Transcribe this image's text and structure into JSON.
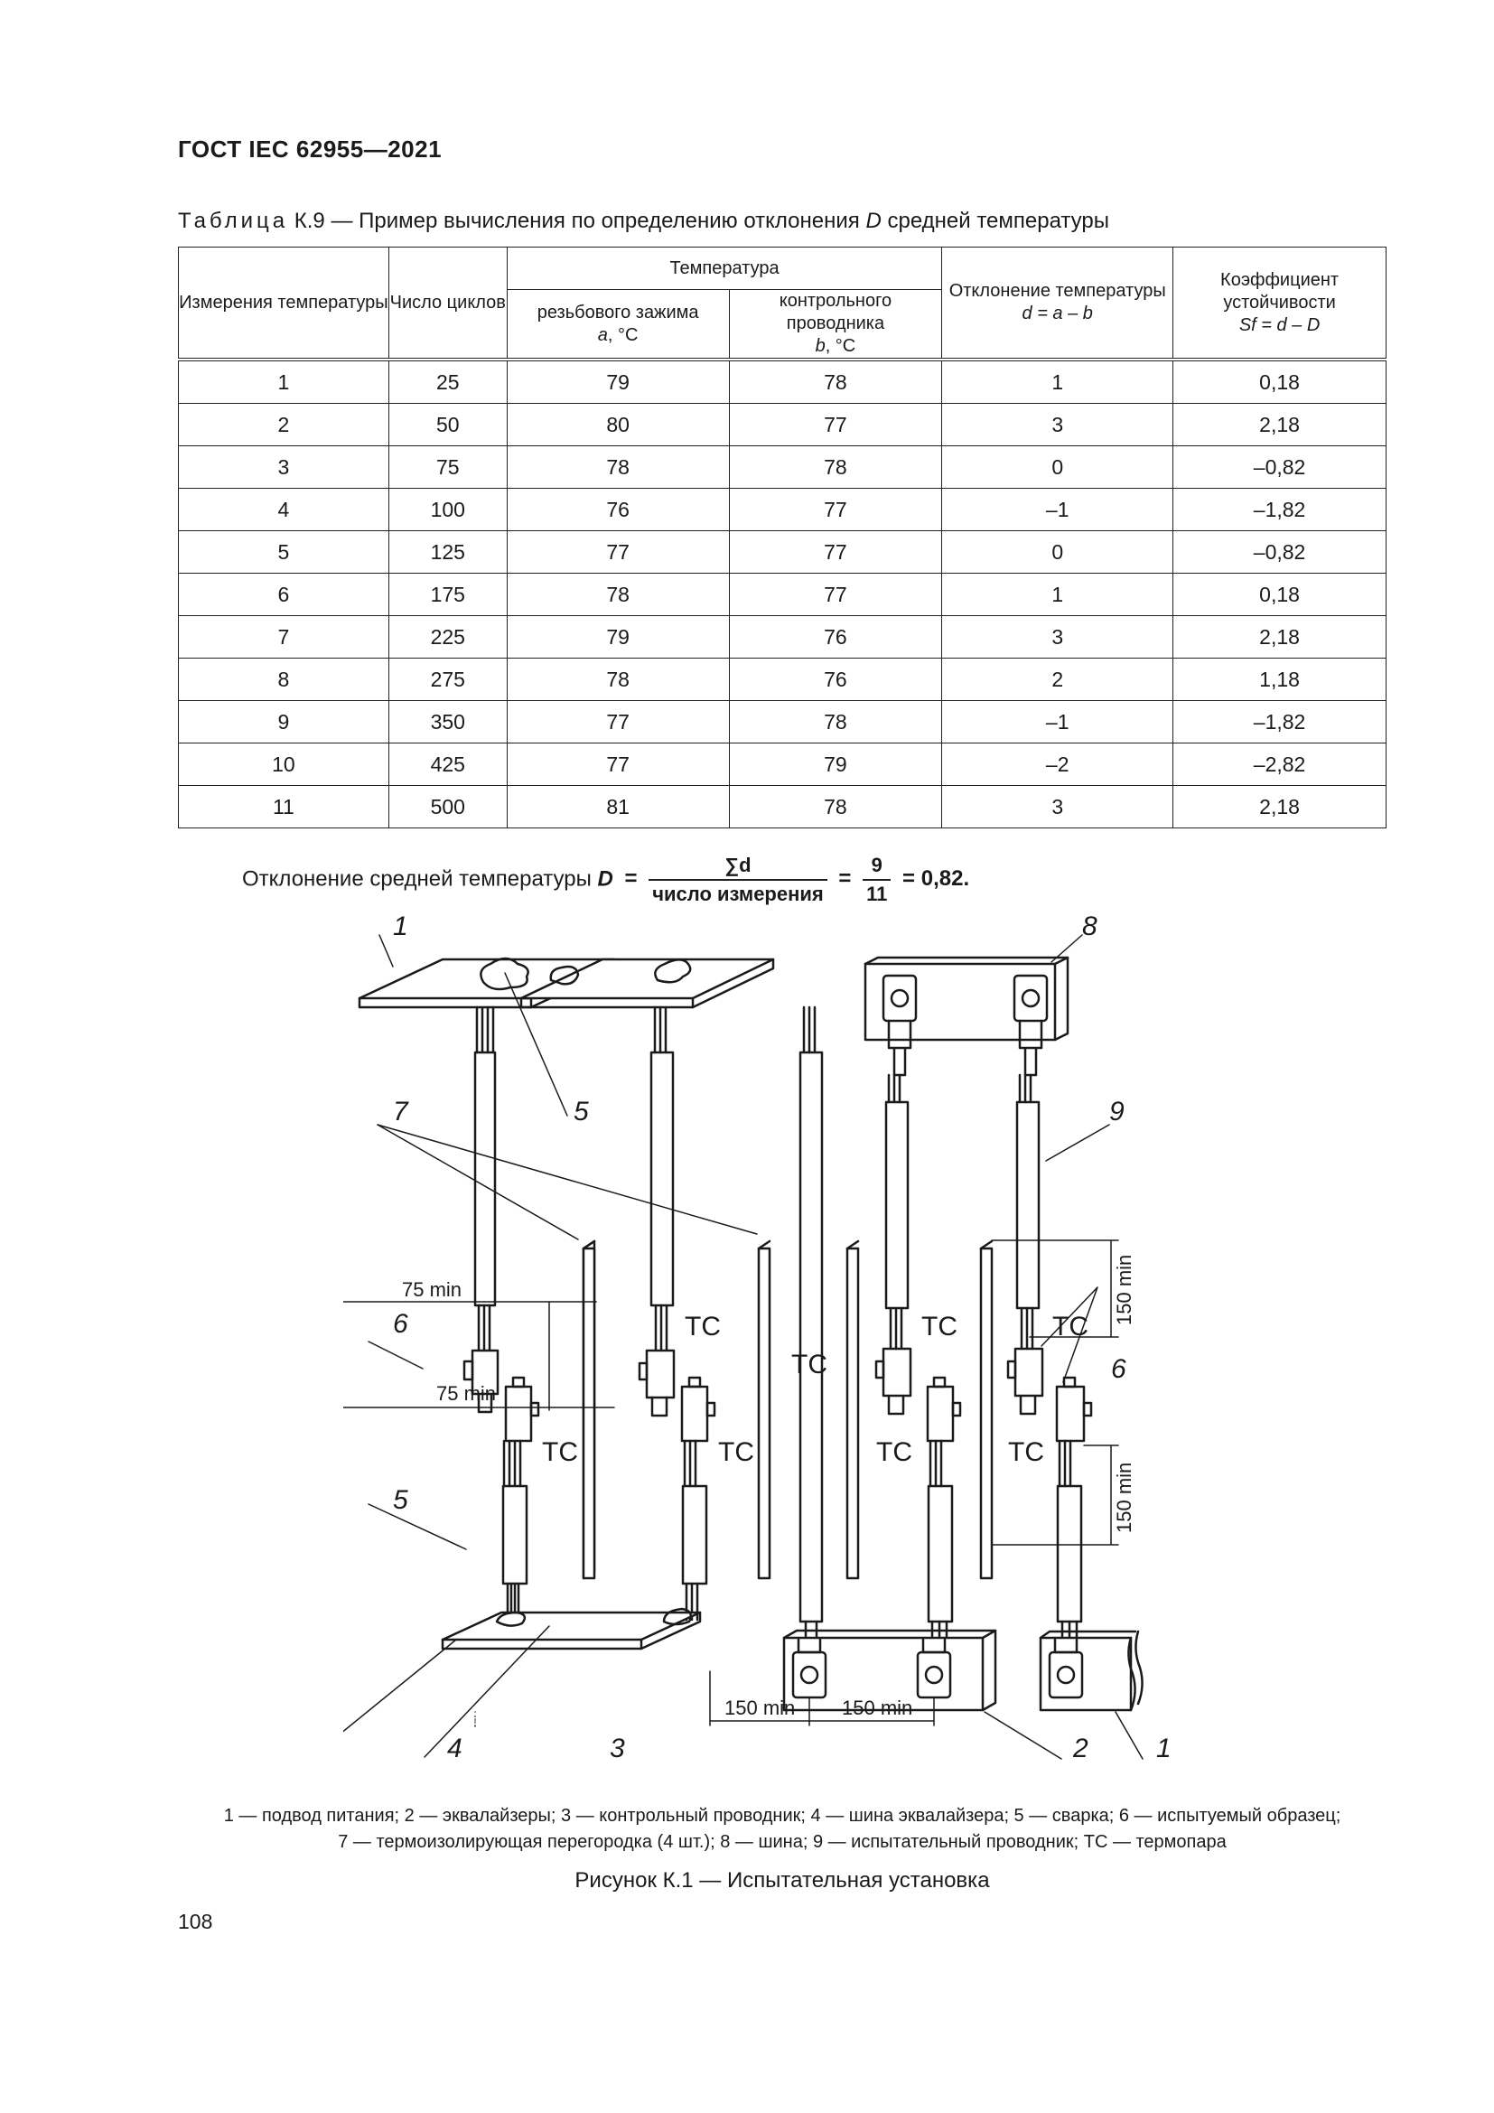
{
  "document": {
    "header": "ГОСТ IEC 62955—2021",
    "page_number": "108"
  },
  "table": {
    "caption_label": "Таблица",
    "caption_rest": "К.9 — Пример вычисления по определению отклонения",
    "caption_var": "D",
    "caption_end": "средней температуры",
    "headers": {
      "col1": "Измерения температуры",
      "col2": "Число циклов",
      "temperature": "Температура",
      "col3_line1": "резьбового зажима",
      "col3_var": "a",
      "col3_unit": ", °C",
      "col4_line1": "контрольного проводника",
      "col4_var": "b",
      "col4_unit": ", °C",
      "col5_line1": "Отклонение температуры",
      "col5_formula": "d = a – b",
      "col6_line1": "Коэффициент устойчивости",
      "col6_formula": "Sf = d – D"
    },
    "rows": [
      [
        "1",
        "25",
        "79",
        "78",
        "1",
        "0,18"
      ],
      [
        "2",
        "50",
        "80",
        "77",
        "3",
        "2,18"
      ],
      [
        "3",
        "75",
        "78",
        "78",
        "0",
        "–0,82"
      ],
      [
        "4",
        "100",
        "76",
        "77",
        "–1",
        "–1,82"
      ],
      [
        "5",
        "125",
        "77",
        "77",
        "0",
        "–0,82"
      ],
      [
        "6",
        "175",
        "78",
        "77",
        "1",
        "0,18"
      ],
      [
        "7",
        "225",
        "79",
        "76",
        "3",
        "2,18"
      ],
      [
        "8",
        "275",
        "78",
        "76",
        "2",
        "1,18"
      ],
      [
        "9",
        "350",
        "77",
        "78",
        "–1",
        "–1,82"
      ],
      [
        "10",
        "425",
        "77",
        "79",
        "–2",
        "–2,82"
      ],
      [
        "11",
        "500",
        "81",
        "78",
        "3",
        "2,18"
      ]
    ]
  },
  "formula": {
    "prefix": "Отклонение средней температуры",
    "var": "D",
    "eq": "=",
    "numerator": "∑d",
    "denominator": "число измерения",
    "num2": "9",
    "den2": "11",
    "result": "= 0,82."
  },
  "figure": {
    "labels": {
      "l1": "1",
      "l2": "2",
      "l3": "3",
      "l4": "4",
      "l5": "5",
      "l6": "6",
      "l7": "7",
      "l8": "8",
      "l9": "9"
    },
    "dims": {
      "d75": "75 min",
      "d150": "150 min"
    },
    "tc": "ТС"
  },
  "legend": {
    "line1": "1 — подвод питания; 2 — эквалайзеры; 3 — контрольный проводник; 4 — шина эквалайзера; 5 — сварка; 6 — испытуемый образец;",
    "line2": "7 — термоизолирующая перегородка (4 шт.); 8 — шина; 9 — испытательный проводник; ТС — термопара"
  },
  "figure_caption": "Рисунок К.1 — Испытательная установка"
}
